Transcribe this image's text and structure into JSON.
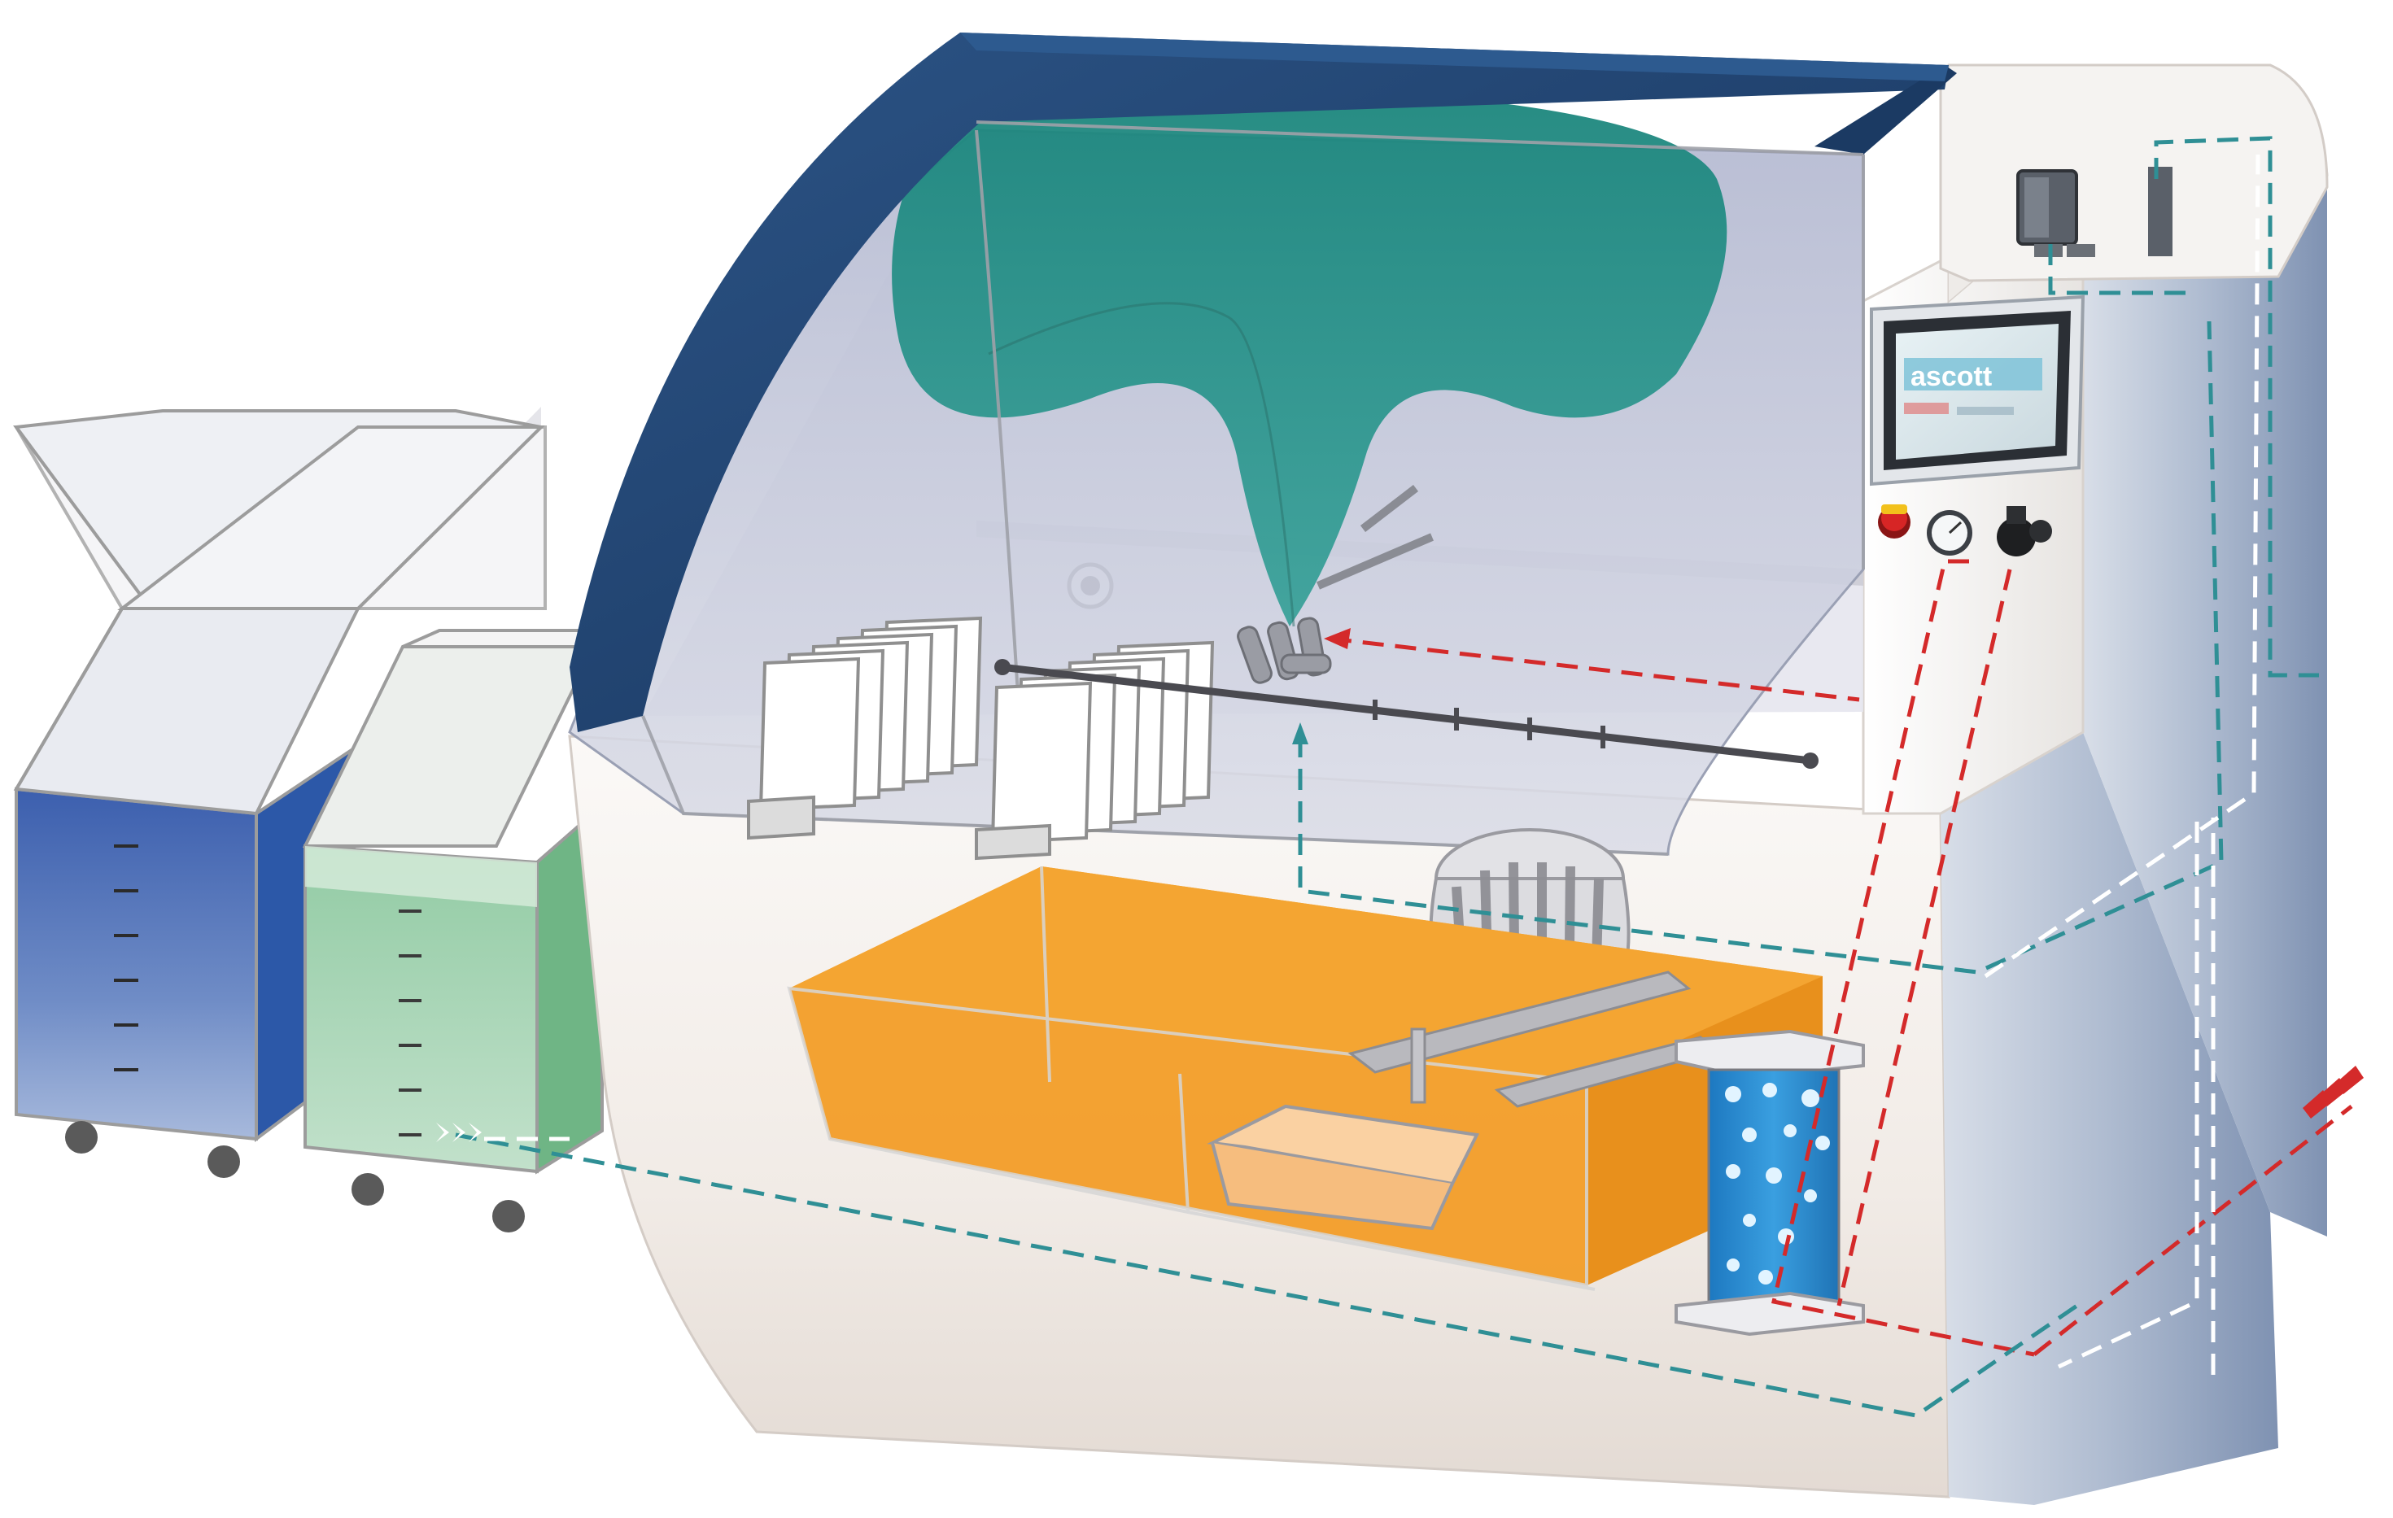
{
  "screen": {
    "brand_label": "ascott"
  },
  "colors": {
    "cabinet_white": "#f1eeec",
    "hood_navy": "#1f3f6e",
    "canopy_lid": "#b9bfd6",
    "spray_cloud_teal": "#1f8f85",
    "reservoir_orange": "#f29d28",
    "humidifier_blue": "#2c8fd6",
    "cart_blue": "#3a62b0",
    "cart_green": "#8fc8a0",
    "air_line_red": "#d42a2a",
    "solution_line_teal": "#2f8f95",
    "drain_line_white": "#ffffff"
  },
  "icons": {
    "air_inlet": "triple-chevron-arrow",
    "solution_outlet": "triple-chevron-arrow",
    "emergency_stop": "red-mushroom-button",
    "pressure_gauge": "round-dial-gauge",
    "regulator_knob": "black-knob"
  }
}
